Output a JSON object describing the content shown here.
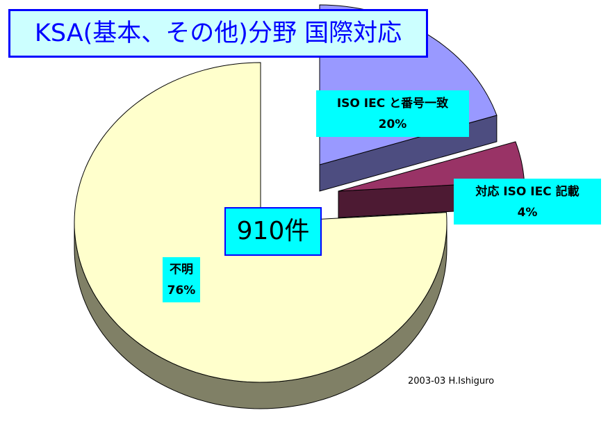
{
  "chart_data": {
    "type": "pie",
    "title": "KSA(基本、その他)分野 国際対応",
    "total_label": "910件",
    "slices": [
      {
        "name": "ISO IEC と番号一致",
        "value": 20,
        "label": "20%",
        "color": "#9999ff",
        "side_color": "#4d4d80"
      },
      {
        "name": "対応 ISO IEC 記載",
        "value": 4,
        "label": "4%",
        "color": "#993366",
        "side_color": "#4d1a33"
      },
      {
        "name": "不明",
        "value": 76,
        "label": "76%",
        "color": "#ffffcc",
        "side_color": "#808066"
      }
    ],
    "credit": "2003-03 H.Ishiguro"
  }
}
